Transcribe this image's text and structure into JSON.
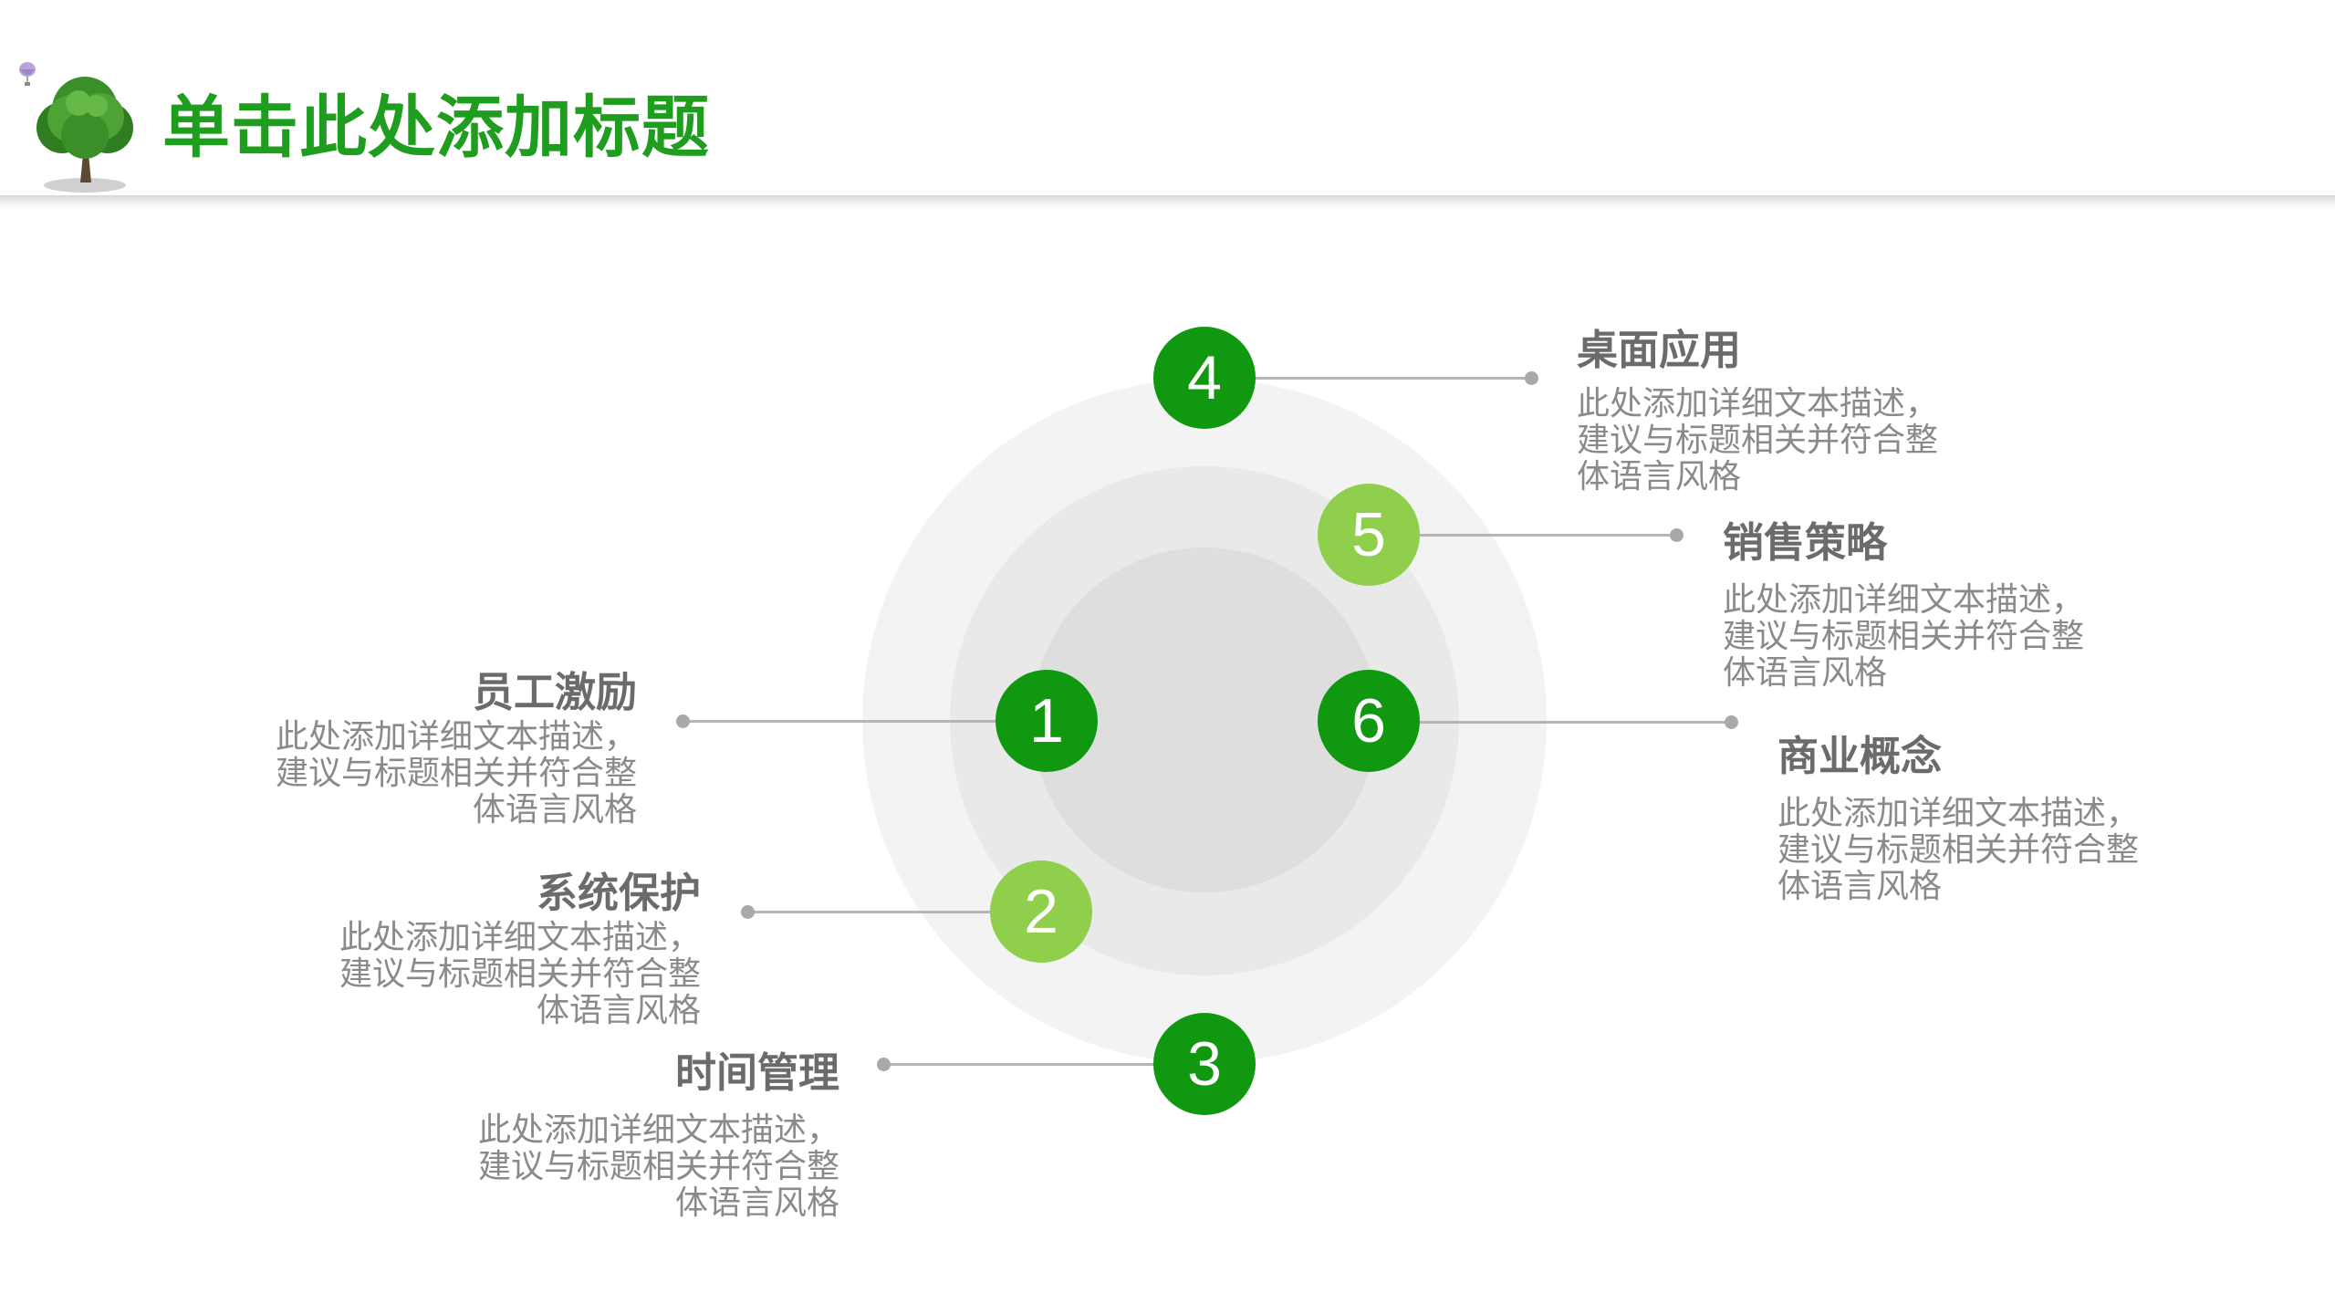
{
  "header": {
    "title": "单击此处添加标题"
  },
  "colors": {
    "title_green": "#1f9d1f",
    "node_dark_green": "#109910",
    "node_light_green": "#8fcf4c",
    "text_title_gray": "#6b6b6b",
    "text_desc_gray": "#8a8a8a"
  },
  "nodes": [
    {
      "number": "1",
      "shade": "dark"
    },
    {
      "number": "2",
      "shade": "light"
    },
    {
      "number": "3",
      "shade": "dark"
    },
    {
      "number": "4",
      "shade": "dark"
    },
    {
      "number": "5",
      "shade": "light"
    },
    {
      "number": "6",
      "shade": "dark"
    }
  ],
  "items": [
    {
      "title": "员工激励",
      "desc": "此处添加详细文本描述，\n建议与标题相关并符合整\n体语言风格"
    },
    {
      "title": "系统保护",
      "desc": "此处添加详细文本描述，\n建议与标题相关并符合整\n体语言风格"
    },
    {
      "title": "时间管理",
      "desc": "此处添加详细文本描述，\n建议与标题相关并符合整\n体语言风格"
    },
    {
      "title": "桌面应用",
      "desc": "此处添加详细文本描述，\n建议与标题相关并符合整\n体语言风格"
    },
    {
      "title": "销售策略",
      "desc": "此处添加详细文本描述，\n建议与标题相关并符合整\n体语言风格"
    },
    {
      "title": "商业概念",
      "desc": "此处添加详细文本描述，\n建议与标题相关并符合整\n体语言风格"
    }
  ]
}
